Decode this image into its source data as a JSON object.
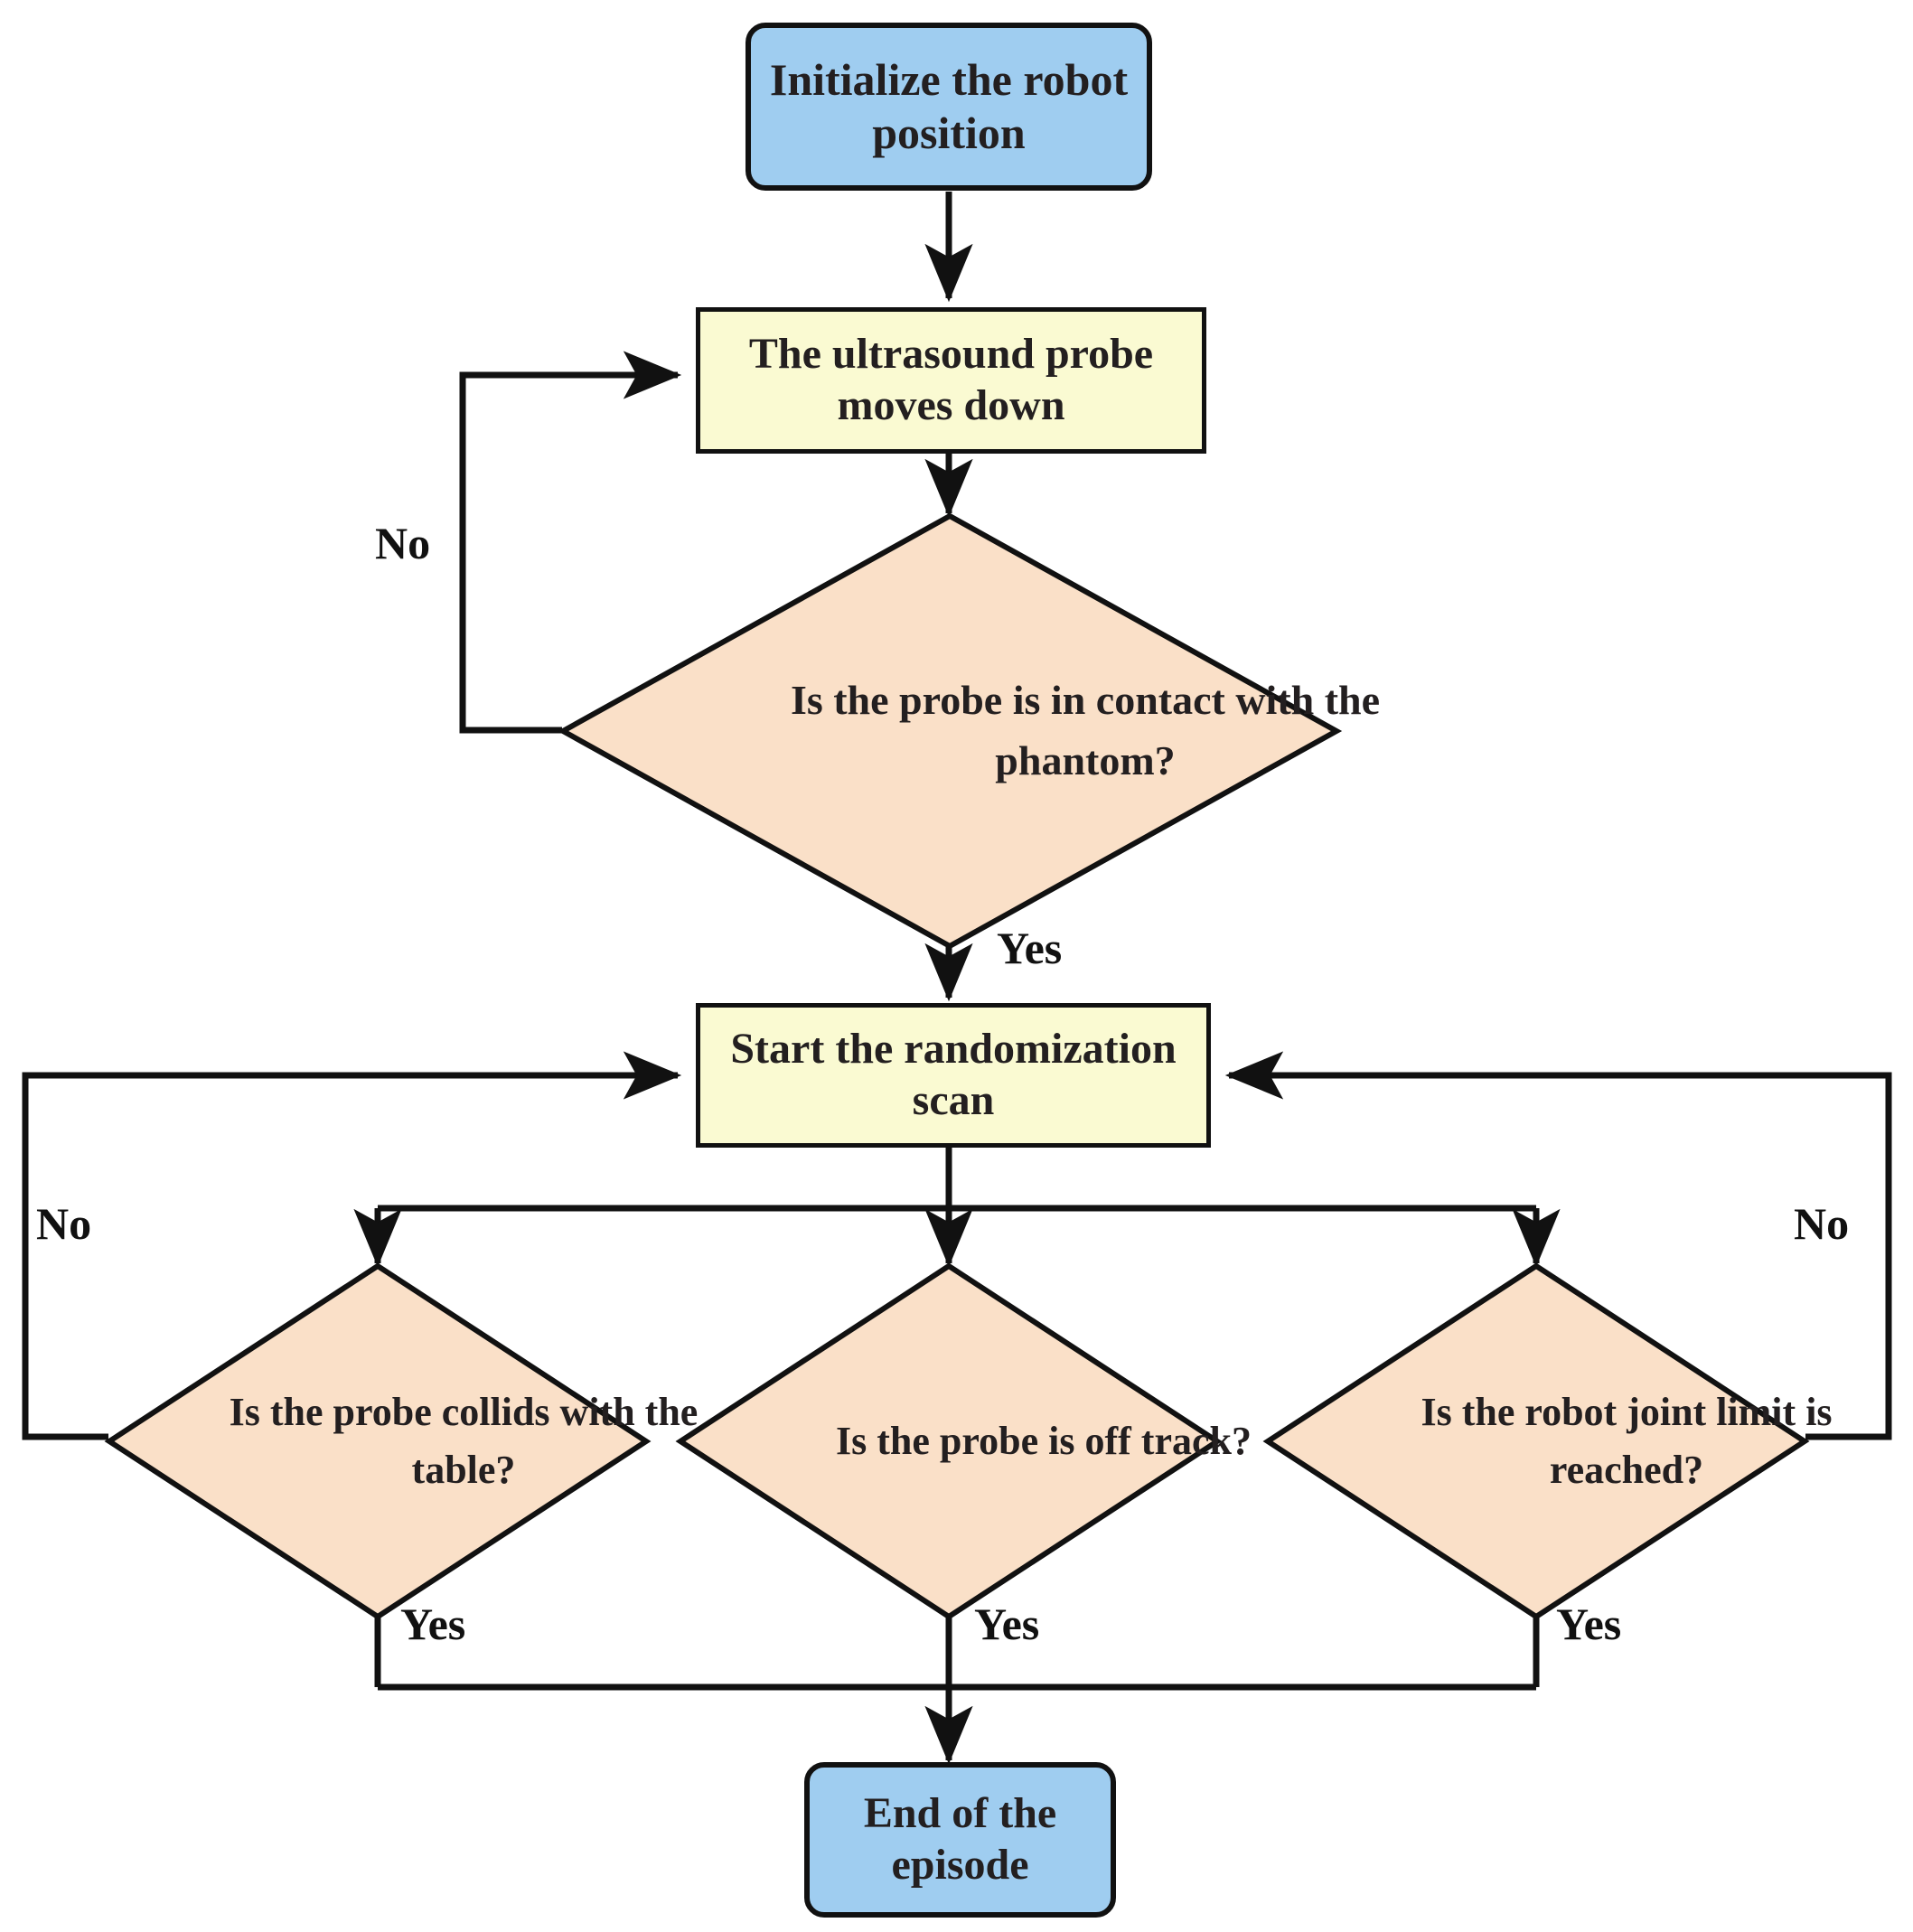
{
  "diagram": {
    "type": "flowchart",
    "title": "Robotic ultrasound scanning episode flowchart",
    "colors": {
      "terminator_fill": "#9FCDF0",
      "process_fill": "#FAFAD2",
      "decision_fill": "#FAE0C8",
      "stroke": "#111111",
      "text": "#231F20",
      "background": "#FFFFFF"
    },
    "nodes": {
      "start": {
        "label": "Initialize the robot position",
        "shape": "terminator"
      },
      "probe_down": {
        "label": "The ultrasound probe moves down",
        "shape": "process"
      },
      "contact_check": {
        "label": "Is the probe is in contact with the phantom?",
        "shape": "decision"
      },
      "start_scan": {
        "label": "Start the randomization scan",
        "shape": "process"
      },
      "collision_check": {
        "label": "Is the probe collids with the table?",
        "shape": "decision"
      },
      "off_track_check": {
        "label": "Is the probe is off track?",
        "shape": "decision"
      },
      "joint_limit_check": {
        "label": "Is the robot joint limit is reached?",
        "shape": "decision"
      },
      "end": {
        "label": "End of the episode",
        "shape": "terminator"
      }
    },
    "edge_labels": {
      "contact_no": "No",
      "contact_yes": "Yes",
      "collision_no": "No",
      "collision_yes": "Yes",
      "off_track_yes": "Yes",
      "joint_limit_no": "No",
      "joint_limit_yes": "Yes"
    },
    "edges": [
      {
        "from": "start",
        "to": "probe_down",
        "label": ""
      },
      {
        "from": "probe_down",
        "to": "contact_check",
        "label": ""
      },
      {
        "from": "contact_check",
        "to": "probe_down",
        "label": "No"
      },
      {
        "from": "contact_check",
        "to": "start_scan",
        "label": "Yes"
      },
      {
        "from": "start_scan",
        "to": "collision_check",
        "label": ""
      },
      {
        "from": "start_scan",
        "to": "off_track_check",
        "label": ""
      },
      {
        "from": "start_scan",
        "to": "joint_limit_check",
        "label": ""
      },
      {
        "from": "collision_check",
        "to": "start_scan",
        "label": "No"
      },
      {
        "from": "collision_check",
        "to": "end",
        "label": "Yes"
      },
      {
        "from": "off_track_check",
        "to": "end",
        "label": "Yes"
      },
      {
        "from": "joint_limit_check",
        "to": "start_scan",
        "label": "No"
      },
      {
        "from": "joint_limit_check",
        "to": "end",
        "label": "Yes"
      }
    ]
  }
}
